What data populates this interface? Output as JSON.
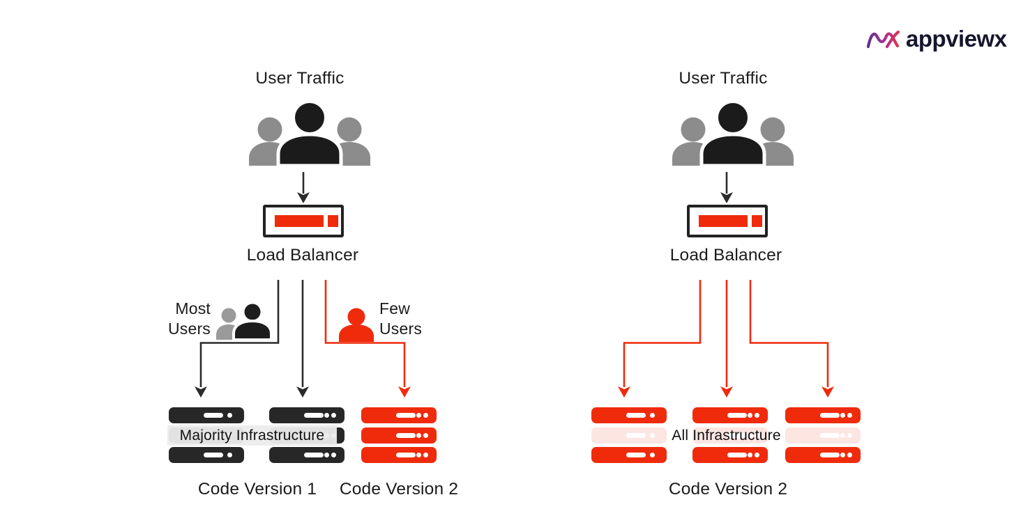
{
  "brand": {
    "name": "appviewx"
  },
  "colors": {
    "accent_red": "#EF2B0C",
    "diagram_black": "#272727",
    "muted_gray": "#8C8C8C",
    "logo_navy": "#16162E",
    "logo_gradient_start": "#5A2E90",
    "logo_gradient_end": "#E3344E"
  },
  "icons": {
    "logo_wave": "appviewx-wave-icon",
    "user_group": "user-group-icon",
    "load_balancer": "load-balancer-icon",
    "most_users_pair": "two-users-icon",
    "few_users_single": "single-user-icon",
    "server": "server-bar-icon",
    "arrow": "arrow-down-icon"
  },
  "left_diagram": {
    "user_traffic": "User Traffic",
    "load_balancer": "Load Balancer",
    "most_users": "Most Users",
    "few_users": "Few Users",
    "infrastructure": "Majority Infrastructure",
    "code_version_1": "Code Version 1",
    "code_version_2": "Code Version 2"
  },
  "right_diagram": {
    "user_traffic": "User Traffic",
    "load_balancer": "Load Balancer",
    "infrastructure": "All Infrastructure",
    "code_version": "Code Version 2"
  }
}
